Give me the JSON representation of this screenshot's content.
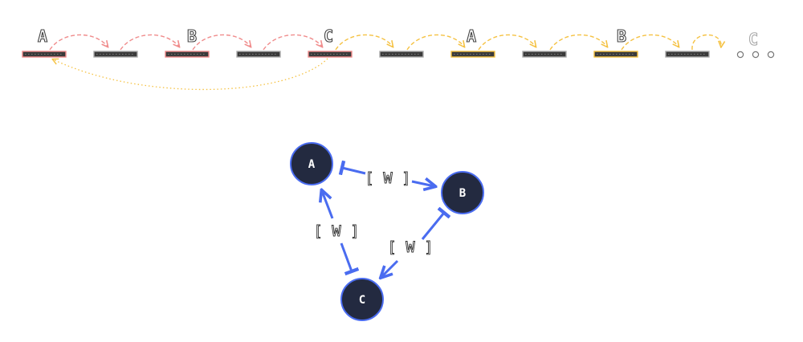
{
  "sequence": {
    "top_letters": [
      "A",
      "B",
      "C",
      "A",
      "B",
      "C"
    ],
    "ellipsis_dots": 3,
    "colors": {
      "pink": "#f08c8c",
      "orange": "#f5c243",
      "bar_fill": "#3a3a3a",
      "bar_gray_border": "#aaaaaa",
      "faded_letter": "#aaaaaa"
    }
  },
  "triangle": {
    "nodes": [
      {
        "id": "A",
        "label": "A"
      },
      {
        "id": "B",
        "label": "B"
      },
      {
        "id": "C",
        "label": "C"
      }
    ],
    "edge_label": "[ W ]",
    "colors": {
      "node_fill": "#232a40",
      "node_border": "#4a6cf0",
      "edge": "#4a6cf0"
    }
  }
}
